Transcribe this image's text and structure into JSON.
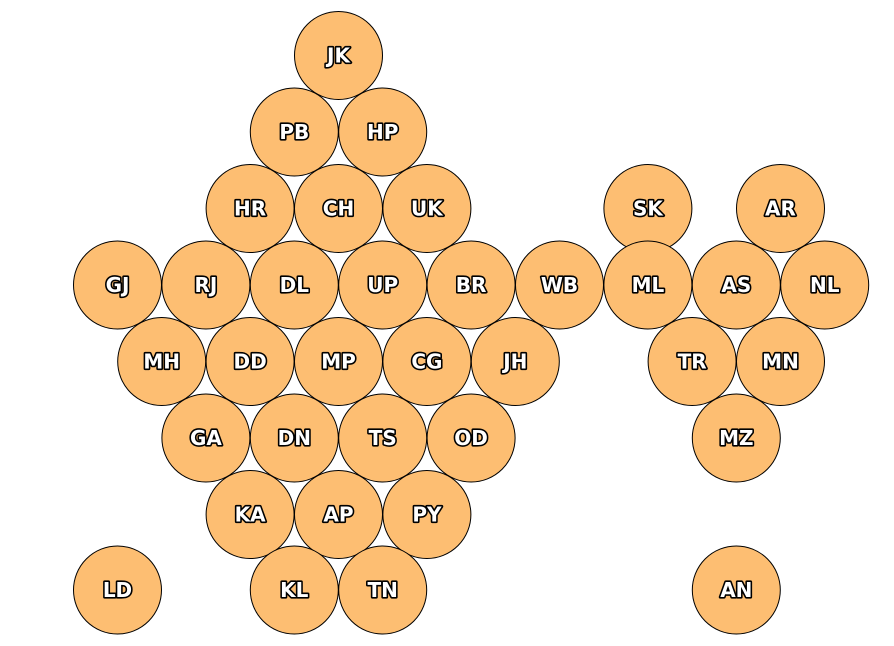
{
  "map": {
    "fill_color": "#FDBE72",
    "outline_color": "#000000",
    "label_color": "#FFFFFF",
    "states": [
      {
        "code": "JK",
        "col": 5,
        "row": 0
      },
      {
        "code": "PB",
        "col": 4,
        "row": 1
      },
      {
        "code": "HP",
        "col": 6,
        "row": 1
      },
      {
        "code": "HR",
        "col": 3,
        "row": 2
      },
      {
        "code": "CH",
        "col": 5,
        "row": 2
      },
      {
        "code": "UK",
        "col": 7,
        "row": 2
      },
      {
        "code": "SK",
        "col": 12,
        "row": 2
      },
      {
        "code": "AR",
        "col": 15,
        "row": 2
      },
      {
        "code": "GJ",
        "col": 0,
        "row": 3
      },
      {
        "code": "RJ",
        "col": 2,
        "row": 3
      },
      {
        "code": "DL",
        "col": 4,
        "row": 3
      },
      {
        "code": "UP",
        "col": 6,
        "row": 3
      },
      {
        "code": "BR",
        "col": 8,
        "row": 3
      },
      {
        "code": "WB",
        "col": 10,
        "row": 3
      },
      {
        "code": "ML",
        "col": 12,
        "row": 3
      },
      {
        "code": "AS",
        "col": 14,
        "row": 3
      },
      {
        "code": "NL",
        "col": 16,
        "row": 3
      },
      {
        "code": "MH",
        "col": 1,
        "row": 4
      },
      {
        "code": "DD",
        "col": 3,
        "row": 4
      },
      {
        "code": "MP",
        "col": 5,
        "row": 4
      },
      {
        "code": "CG",
        "col": 7,
        "row": 4
      },
      {
        "code": "JH",
        "col": 9,
        "row": 4
      },
      {
        "code": "TR",
        "col": 13,
        "row": 4
      },
      {
        "code": "MN",
        "col": 15,
        "row": 4
      },
      {
        "code": "GA",
        "col": 2,
        "row": 5
      },
      {
        "code": "DN",
        "col": 4,
        "row": 5
      },
      {
        "code": "TS",
        "col": 6,
        "row": 5
      },
      {
        "code": "OD",
        "col": 8,
        "row": 5
      },
      {
        "code": "MZ",
        "col": 14,
        "row": 5
      },
      {
        "code": "KA",
        "col": 3,
        "row": 6
      },
      {
        "code": "AP",
        "col": 5,
        "row": 6
      },
      {
        "code": "PY",
        "col": 7,
        "row": 6
      },
      {
        "code": "LD",
        "col": 0,
        "row": 7
      },
      {
        "code": "KL",
        "col": 4,
        "row": 7
      },
      {
        "code": "TN",
        "col": 6,
        "row": 7
      },
      {
        "code": "AN",
        "col": 14,
        "row": 7
      }
    ]
  }
}
